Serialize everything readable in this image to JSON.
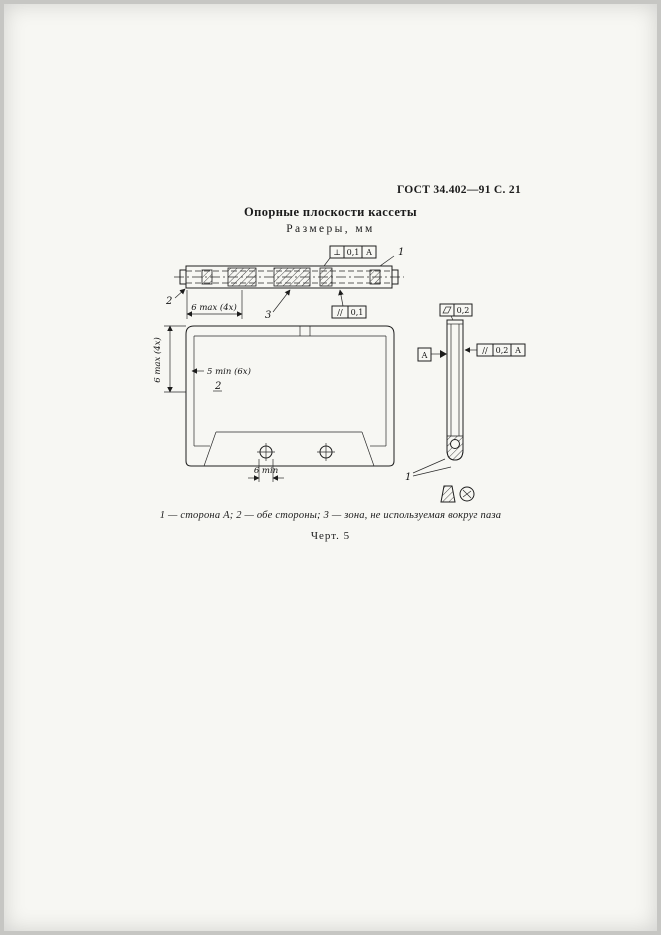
{
  "page": {
    "header": "ГОСТ 34.402—91 С. 21",
    "title": "Опорные плоскости кассеты",
    "units_line": "Размеры, мм",
    "caption": "1 — сторона А; 2 — обе стороны; 3 — зона, не используемая вокруг паза",
    "figure_label": "Черт. 5"
  },
  "drawing": {
    "frames": {
      "perp": {
        "name": "perpendicularity",
        "symbol": "⊥",
        "value": "0,1",
        "datum": "А"
      },
      "par1": {
        "name": "parallelism",
        "symbol": "//",
        "value": "0,1"
      },
      "flat": {
        "name": "flatness",
        "value": "0,2"
      },
      "par2": {
        "name": "parallelism",
        "symbol": "//",
        "value": "0,2",
        "datum": "А"
      }
    },
    "datum_label": "А",
    "callouts": {
      "c1": "1",
      "c2": "2",
      "c3": "3"
    },
    "dims": {
      "top": "6 max (4x)",
      "left": "6 max (4x)",
      "five": "5 min (6x)",
      "hole": "6 min"
    }
  }
}
